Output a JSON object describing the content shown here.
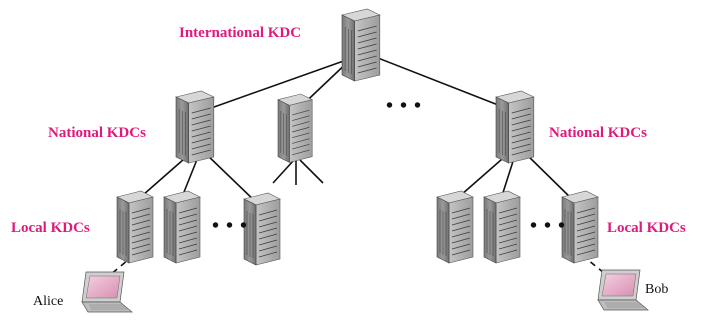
{
  "labels": {
    "international": "International KDC",
    "national_left": "National KDCs",
    "national_right": "National KDCs",
    "local_left": "Local KDCs",
    "local_right": "Local KDCs"
  },
  "users": {
    "alice": "Alice",
    "bob": "Bob"
  },
  "ellipsis": "• • •",
  "colors": {
    "label": "#e0197d",
    "server_front": "#8e8e8e",
    "server_side": "#b9b9b9",
    "server_top": "#d4d4d4",
    "laptop_screen": "#e8b7cc"
  }
}
